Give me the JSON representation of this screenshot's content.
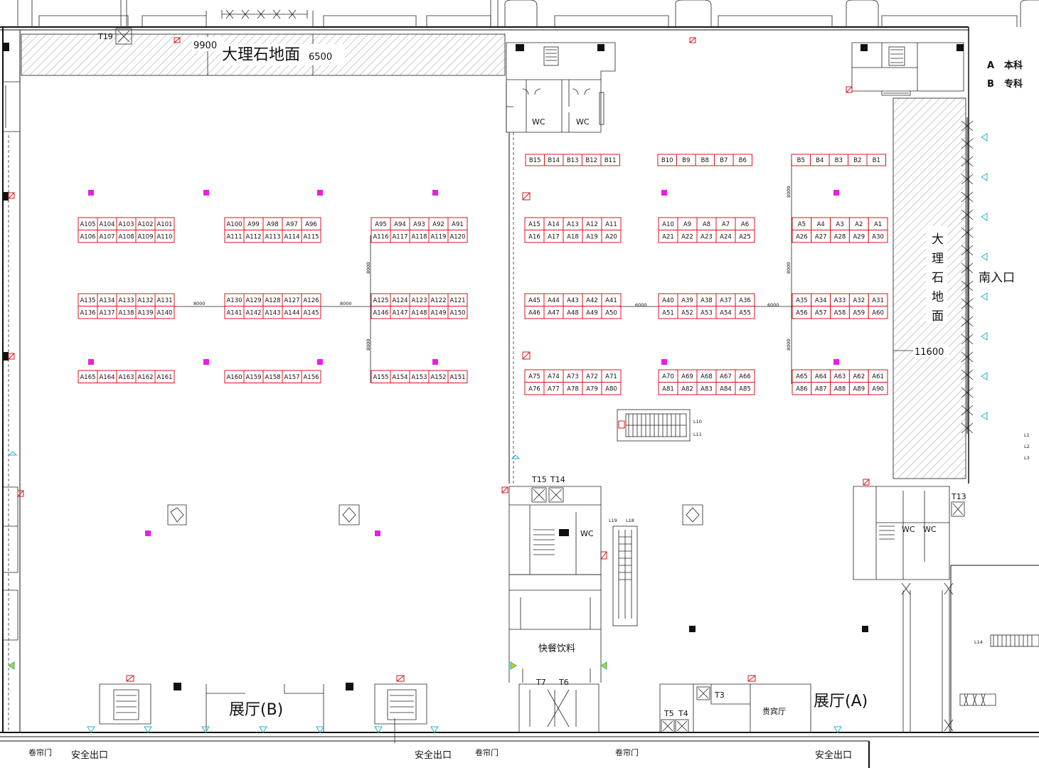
{
  "labels": {
    "marble_top": "大理石地面",
    "dim_9900": "9900",
    "dim_6500": "6500",
    "dim_11600": "11600",
    "marble_side": [
      "大",
      "理",
      "石",
      "地",
      "面"
    ],
    "south_entrance": "南入口",
    "legend_a_letter": "A",
    "legend_a_text": "本科",
    "legend_b_letter": "B",
    "legend_b_text": "专科",
    "hall_a": "展厅(A)",
    "hall_b": "展厅(B)",
    "snack": "快餐饮料",
    "vip": "贵宾厅",
    "rolling_door": "卷帘门",
    "exit": "安全出口",
    "wc": "WC",
    "t19": "T19",
    "t15": "T15",
    "t14": "T14",
    "t13": "T13",
    "t7": "T7",
    "t6": "T6",
    "t5": "T5",
    "t4": "T4",
    "t3": "T3",
    "l10": "L10",
    "l11": "L11",
    "l19": "L19",
    "l18": "L18",
    "l14": "L14",
    "l1": "L1",
    "l2": "L2",
    "l3": "L3",
    "spacing_8000": "8000",
    "spacing_6000": "6000"
  },
  "booth_blocks": [
    {
      "id": "b-row-1",
      "rows": [
        [
          "B15",
          "B14",
          "B13",
          "B12",
          "B11"
        ]
      ]
    },
    {
      "id": "b-row-2",
      "rows": [
        [
          "B10",
          "B9",
          "B8",
          "B7",
          "B6"
        ]
      ]
    },
    {
      "id": "b-row-3",
      "rows": [
        [
          "B5",
          "B4",
          "B3",
          "B2",
          "B1"
        ]
      ]
    },
    {
      "id": "a-block-1",
      "rows": [
        [
          "A105",
          "A104",
          "A103",
          "A102",
          "A101"
        ],
        [
          "A106",
          "A107",
          "A108",
          "A109",
          "A110"
        ]
      ]
    },
    {
      "id": "a-block-2",
      "rows": [
        [
          "A100",
          "A99",
          "A98",
          "A97",
          "A96"
        ],
        [
          "A111",
          "A112",
          "A113",
          "A114",
          "A115"
        ]
      ]
    },
    {
      "id": "a-block-3",
      "rows": [
        [
          "A95",
          "A94",
          "A93",
          "A92",
          "A91"
        ],
        [
          "A116",
          "A117",
          "A118",
          "A119",
          "A120"
        ]
      ]
    },
    {
      "id": "a-block-4",
      "rows": [
        [
          "A15",
          "A14",
          "A13",
          "A12",
          "A11"
        ],
        [
          "A16",
          "A17",
          "A18",
          "A19",
          "A20"
        ]
      ]
    },
    {
      "id": "a-block-5",
      "rows": [
        [
          "A10",
          "A9",
          "A8",
          "A7",
          "A6"
        ],
        [
          "A21",
          "A22",
          "A23",
          "A24",
          "A25"
        ]
      ]
    },
    {
      "id": "a-block-6",
      "rows": [
        [
          "A5",
          "A4",
          "A3",
          "A2",
          "A1"
        ],
        [
          "A26",
          "A27",
          "A28",
          "A29",
          "A30"
        ]
      ]
    },
    {
      "id": "a-block-7",
      "rows": [
        [
          "A135",
          "A134",
          "A133",
          "A132",
          "A131"
        ],
        [
          "A136",
          "A137",
          "A138",
          "A139",
          "A140"
        ]
      ]
    },
    {
      "id": "a-block-8",
      "rows": [
        [
          "A130",
          "A129",
          "A128",
          "A127",
          "A126"
        ],
        [
          "A141",
          "A142",
          "A143",
          "A144",
          "A145"
        ]
      ]
    },
    {
      "id": "a-block-9",
      "rows": [
        [
          "A125",
          "A124",
          "A123",
          "A122",
          "A121"
        ],
        [
          "A146",
          "A147",
          "A148",
          "A149",
          "A150"
        ]
      ]
    },
    {
      "id": "a-block-10",
      "rows": [
        [
          "A45",
          "A44",
          "A43",
          "A42",
          "A41"
        ],
        [
          "A46",
          "A47",
          "A48",
          "A49",
          "A50"
        ]
      ]
    },
    {
      "id": "a-block-11",
      "rows": [
        [
          "A40",
          "A39",
          "A38",
          "A37",
          "A36"
        ],
        [
          "A51",
          "A52",
          "A53",
          "A54",
          "A55"
        ]
      ]
    },
    {
      "id": "a-block-12",
      "rows": [
        [
          "A35",
          "A34",
          "A33",
          "A32",
          "A31"
        ],
        [
          "A56",
          "A57",
          "A58",
          "A59",
          "A60"
        ]
      ]
    },
    {
      "id": "a-block-13",
      "rows": [
        [
          "A165",
          "A164",
          "A163",
          "A162",
          "A161"
        ]
      ]
    },
    {
      "id": "a-block-14",
      "rows": [
        [
          "A160",
          "A159",
          "A158",
          "A157",
          "A156"
        ]
      ]
    },
    {
      "id": "a-block-15",
      "rows": [
        [
          "A155",
          "A154",
          "A153",
          "A152",
          "A151"
        ]
      ]
    },
    {
      "id": "a-block-16",
      "rows": [
        [
          "A75",
          "A74",
          "A73",
          "A72",
          "A71"
        ],
        [
          "A76",
          "A77",
          "A78",
          "A79",
          "A80"
        ]
      ]
    },
    {
      "id": "a-block-17",
      "rows": [
        [
          "A70",
          "A69",
          "A68",
          "A67",
          "A66"
        ],
        [
          "A81",
          "A82",
          "A83",
          "A84",
          "A85"
        ]
      ]
    },
    {
      "id": "a-block-18",
      "rows": [
        [
          "A65",
          "A64",
          "A63",
          "A62",
          "A61"
        ],
        [
          "A86",
          "A87",
          "A88",
          "A89",
          "A90"
        ]
      ]
    }
  ],
  "colors": {
    "booth_border": "#d8141b",
    "column_marker": "#e91ee0",
    "entrance_marker": "#1fb5c9",
    "wall": "#111111"
  }
}
